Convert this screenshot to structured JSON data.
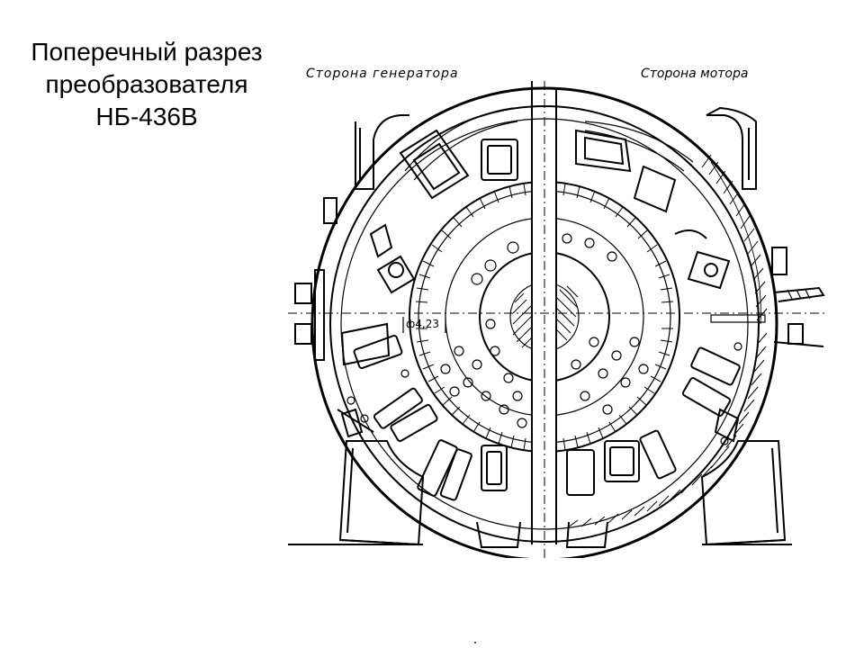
{
  "slide": {
    "title_lines": [
      "Поперечный разрез",
      "преобразователя",
      "НБ-436В"
    ]
  },
  "drawing": {
    "label_left": "Сторона генератора",
    "label_right": "Сторона мотора",
    "dimension_label": "ф4,23"
  }
}
